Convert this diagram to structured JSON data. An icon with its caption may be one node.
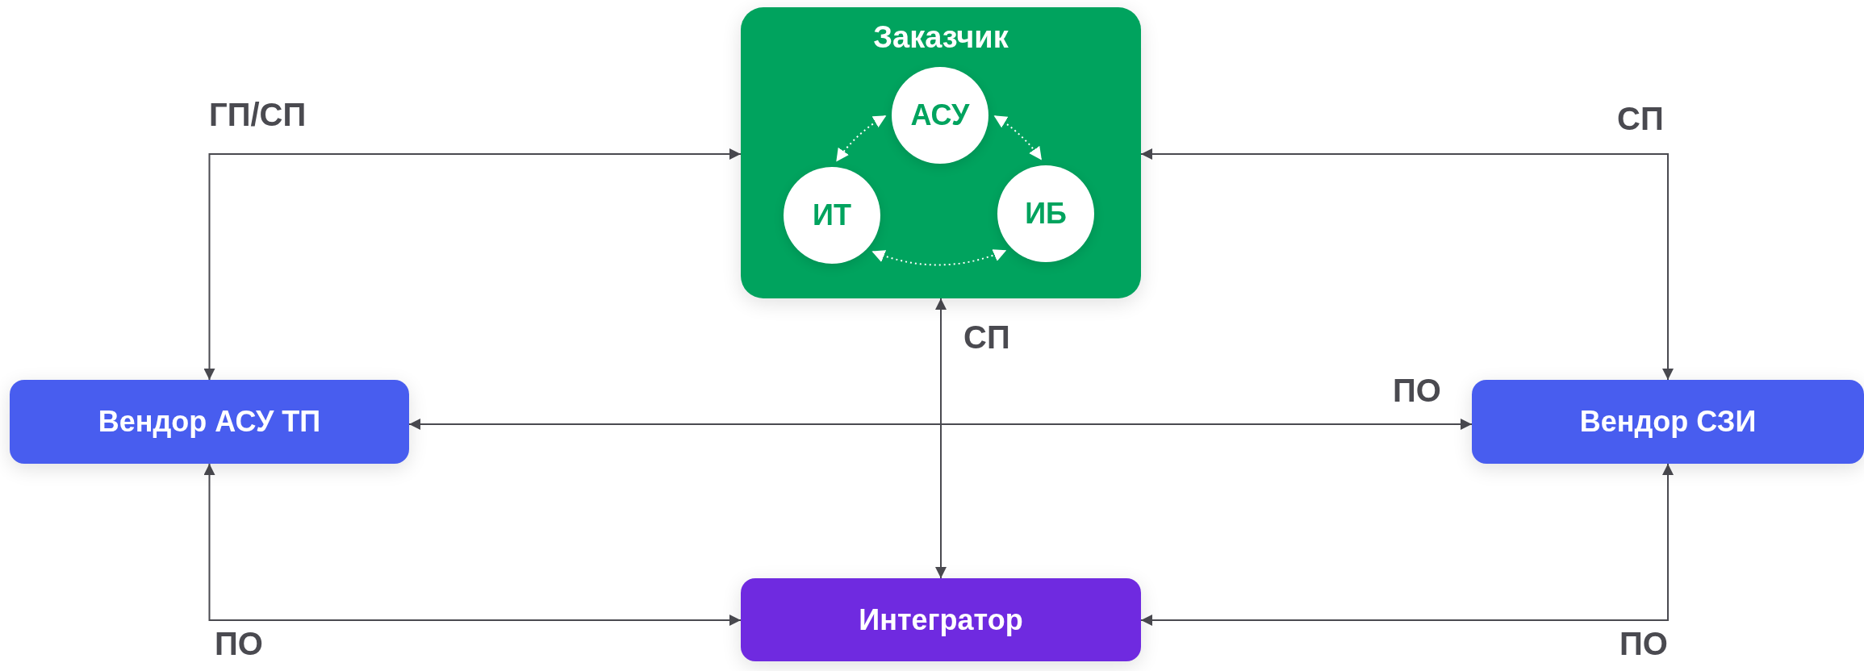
{
  "diagram": {
    "nodes": [
      {
        "text": [
          "Заказчик"
        ]
      },
      {
        "text": [
          "АСУ"
        ],
        "in": 0
      },
      {
        "text": [
          "ИТ"
        ],
        "in": 0
      },
      {
        "text": [
          "ИБ"
        ],
        "in": 0
      },
      {
        "text": [
          "Вендор АСУ ТП"
        ]
      },
      {
        "text": [
          "Вендор СЗИ"
        ]
      },
      {
        "text": [
          "Интегратор"
        ]
      }
    ],
    "edges": [
      {
        "from": 0,
        "to": 4,
        "arrow": "both",
        "label": "ГП/СП"
      },
      {
        "from": 0,
        "to": 5,
        "arrow": "both",
        "label": "СП"
      },
      {
        "from": 0,
        "to": 6,
        "arrow": "both",
        "label": "СП"
      },
      {
        "from": 4,
        "to": 5,
        "arrow": "both",
        "label": "ПО"
      },
      {
        "from": 4,
        "to": 6,
        "arrow": "both",
        "label": "ПО"
      },
      {
        "from": 5,
        "to": 6,
        "arrow": "both",
        "label": "ПО"
      },
      {
        "from": 1,
        "to": 2,
        "arrow": "both",
        "style": "dashed",
        "color": "#ffffff"
      },
      {
        "from": 1,
        "to": 3,
        "arrow": "both",
        "style": "dashed",
        "color": "#ffffff"
      },
      {
        "from": 2,
        "to": 3,
        "arrow": "both",
        "style": "dashed",
        "color": "#ffffff"
      }
    ]
  }
}
